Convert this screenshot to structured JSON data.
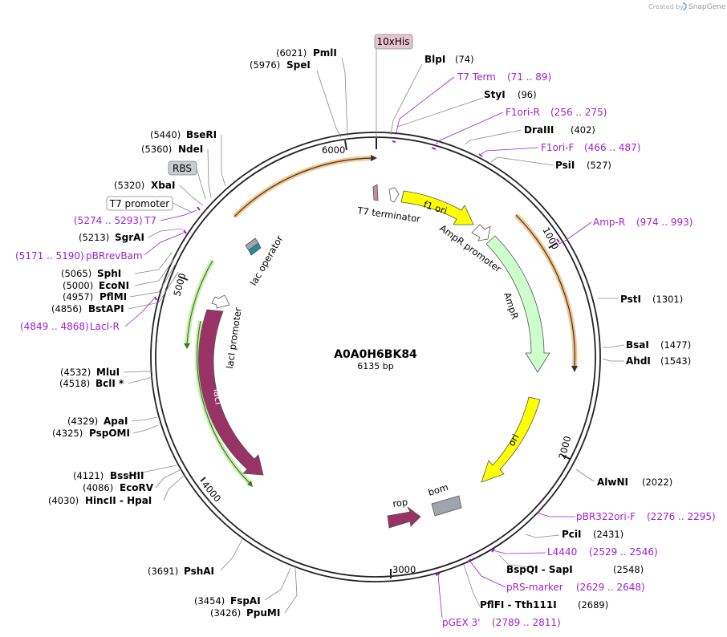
{
  "credit": {
    "prefix": "Created by",
    "brand": "SnapGene"
  },
  "plasmid": {
    "name": "A0A0H6BK84",
    "length": "6135 bp"
  },
  "ticks": [
    "1000",
    "2000",
    "3000",
    "4000",
    "5000",
    "6000"
  ],
  "sites": [
    {
      "name": "PmlI",
      "pos": "(6021)"
    },
    {
      "name": "SpeI",
      "pos": "(5976)"
    },
    {
      "name": "BlpI",
      "pos": "(74)"
    },
    {
      "name": "StyI",
      "pos": "(96)"
    },
    {
      "name": "DraIII",
      "pos": "(402)"
    },
    {
      "name": "PsiI",
      "pos": "(527)"
    },
    {
      "name": "PstI",
      "pos": "(1301)"
    },
    {
      "name": "BsaI",
      "pos": "(1477)"
    },
    {
      "name": "AhdI",
      "pos": "(1543)"
    },
    {
      "name": "AlwNI",
      "pos": "(2022)"
    },
    {
      "name": "PciI",
      "pos": "(2431)"
    },
    {
      "name": "BspQI - SapI",
      "pos": "(2548)"
    },
    {
      "name": "PflFI - Tth111I",
      "pos": "(2689)"
    },
    {
      "name": "BseRI",
      "pos": "(5440)"
    },
    {
      "name": "NdeI",
      "pos": "(5360)"
    },
    {
      "name": "XbaI",
      "pos": "(5320)"
    },
    {
      "name": "SgrAI",
      "pos": "(5213)"
    },
    {
      "name": "SphI",
      "pos": "(5065)"
    },
    {
      "name": "EcoNI",
      "pos": "(5000)"
    },
    {
      "name": "PflMI",
      "pos": "(4957)"
    },
    {
      "name": "BstAPI",
      "pos": "(4856)"
    },
    {
      "name": "MluI",
      "pos": "(4532)"
    },
    {
      "name": "BclI *",
      "pos": "(4518)"
    },
    {
      "name": "ApaI",
      "pos": "(4329)"
    },
    {
      "name": "PspOMI",
      "pos": "(4325)"
    },
    {
      "name": "BssHII",
      "pos": "(4121)"
    },
    {
      "name": "EcoRV",
      "pos": "(4086)"
    },
    {
      "name": "HincII - HpaI",
      "pos": "(4030)"
    },
    {
      "name": "PshAI",
      "pos": "(3691)"
    },
    {
      "name": "FspAI",
      "pos": "(3454)"
    },
    {
      "name": "PpuMI",
      "pos": "(3426)"
    }
  ],
  "primers": [
    {
      "name": "T7 Term",
      "range": "(71 .. 89)"
    },
    {
      "name": "F1ori-R",
      "range": "(256 .. 275)"
    },
    {
      "name": "F1ori-F",
      "range": "(466 .. 487)"
    },
    {
      "name": "Amp-R",
      "range": "(974 .. 993)"
    },
    {
      "name": "pBR322ori-F",
      "range": "(2276 .. 2295)"
    },
    {
      "name": "L4440",
      "range": "(2529 .. 2546)"
    },
    {
      "name": "pRS-marker",
      "range": "(2629 .. 2648)"
    },
    {
      "name": "pGEX 3'",
      "range": "(2789 .. 2811)"
    },
    {
      "name": "T7",
      "range": "(5274 .. 5293)"
    },
    {
      "name": "pBRrevBam",
      "range": "(5171 .. 5190)"
    },
    {
      "name": "LacI-R",
      "range": "(4849 .. 4868)"
    }
  ],
  "boxed_features": {
    "his": "10xHis",
    "rbs": "RBS",
    "t7_promoter": "T7 promoter"
  },
  "features": {
    "t7_terminator": "T7 terminator",
    "f1_ori": "f1 ori",
    "ampr_promoter": "AmpR promoter",
    "ampr": "AmpR",
    "ori": "ori",
    "bom": "bom",
    "rop": "rop",
    "lac_operator": "lac operator",
    "laci_promoter": "lacI promoter",
    "laci": "lacI"
  },
  "colors": {
    "ampr": "#ccffcc",
    "f1_ori": "#ffff00",
    "ori": "#ffff00",
    "laci": "#993366",
    "rop": "#993366",
    "bom": "#a0a4ac",
    "orange_orf": "#f0a030",
    "green_orf": "#55aa22",
    "primer": "#a020d0",
    "his_box": "#e8c4d0",
    "rbs_box": "#c8ccd0"
  }
}
